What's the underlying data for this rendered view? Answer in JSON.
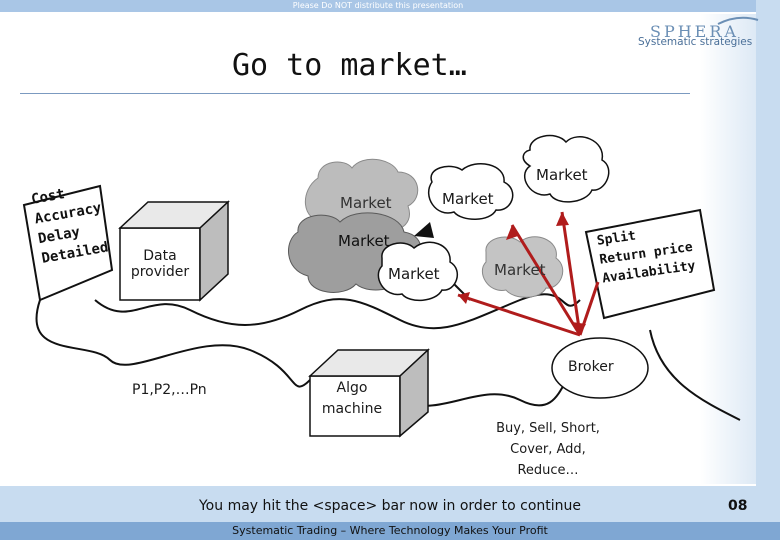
{
  "header": {
    "confidential": "Please Do NOT distribute this presentation",
    "brand": "SPHERA",
    "tagline": "Systematic strategies"
  },
  "slide": {
    "title": "Go to market…",
    "attributes": [
      "Cost",
      "Accuracy",
      "Delay",
      "Detailed"
    ],
    "data_provider": "Data provider",
    "markets": [
      "Market",
      "Market",
      "Market",
      "Market",
      "Market",
      "Market"
    ],
    "order_notes": [
      "Split",
      "Return price",
      "Availability"
    ],
    "broker": "Broker",
    "orders": "Buy, Sell, Short, Cover, Add, Reduce…",
    "params": "P1,P2,…Pn",
    "algo": "Algo machine"
  },
  "footer": {
    "hint": "You may hit the <space> bar now in order to continue",
    "page": "08",
    "text": "Systematic Trading – Where Technology Makes Your Profit"
  },
  "colors": {
    "accent_bar": "#c8dcf0",
    "footer_bar": "#7fa7d3",
    "arrow": "#b01c1c"
  }
}
